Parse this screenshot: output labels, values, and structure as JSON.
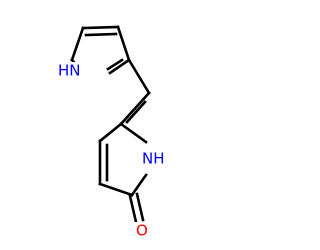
{
  "molecule": {
    "atoms": {
      "nh_top": {
        "text": "HN",
        "color": "#0000ff"
      },
      "nh_bottom": {
        "text": "NH",
        "color": "#0000ff"
      },
      "oxygen": {
        "text": "O",
        "color": "#ff0000"
      }
    },
    "colors": {
      "bond": "#000000",
      "nitrogen": "#0000ff",
      "oxygen": "#ff0000",
      "background": "#ffffff"
    }
  }
}
